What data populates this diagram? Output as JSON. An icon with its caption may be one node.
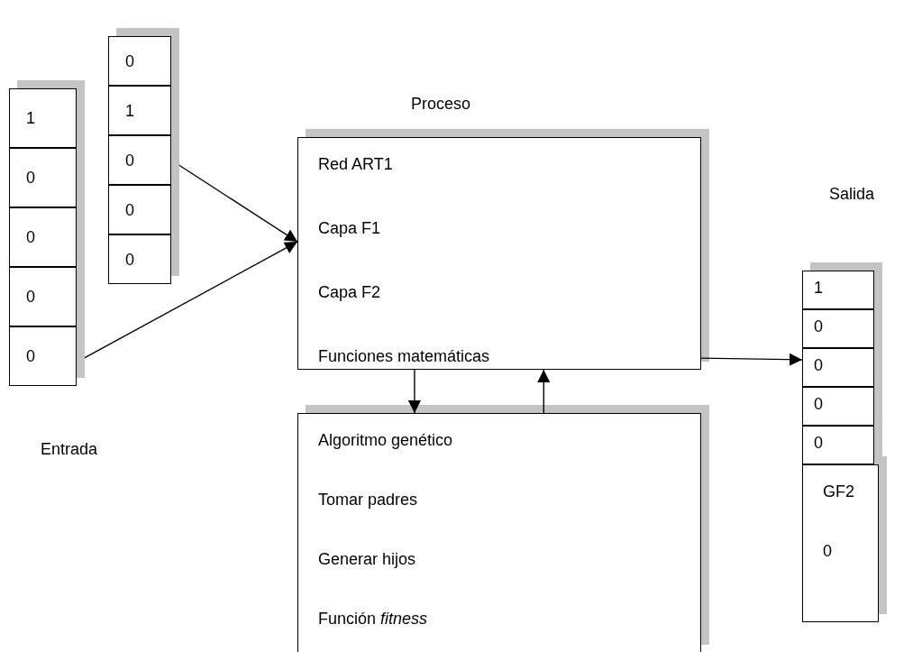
{
  "diagram": {
    "nodes": [
      {
        "text": [
          "1"
        ]
      },
      {
        "text": [
          "0"
        ]
      },
      {
        "text": [
          "0"
        ]
      },
      {
        "text": [
          "0"
        ]
      },
      {
        "text": [
          "0"
        ]
      },
      {
        "text": [
          "0"
        ]
      },
      {
        "text": [
          "1"
        ]
      },
      {
        "text": [
          "0"
        ]
      },
      {
        "text": [
          "0"
        ]
      },
      {
        "text": [
          "0"
        ]
      },
      {
        "text": [
          "Proceso",
          "Red ART1",
          "Capa F1",
          "Capa F2",
          "Funciones matemáticas"
        ]
      },
      {
        "text": [
          "Algoritmo genético",
          "Tomar padres",
          "Generar hijos",
          "Función *fitness*"
        ]
      },
      {
        "text": [
          "1"
        ]
      },
      {
        "text": [
          "0"
        ]
      },
      {
        "text": [
          "0"
        ]
      },
      {
        "text": [
          "0"
        ]
      },
      {
        "text": [
          "0"
        ]
      },
      {
        "text": [
          "GF2",
          "0"
        ]
      }
    ],
    "edges": [
      {
        "from": 7,
        "to": 10,
        "arrow": "to"
      },
      {
        "from": 4,
        "to": 10,
        "arrow": "to"
      },
      {
        "from": 10,
        "to": 11,
        "arrow": "to"
      },
      {
        "from": 11,
        "to": 10,
        "arrow": "to"
      },
      {
        "from": 10,
        "to": 14,
        "arrow": "to"
      }
    ],
    "labels": [
      "Entrada",
      "Salida"
    ]
  }
}
